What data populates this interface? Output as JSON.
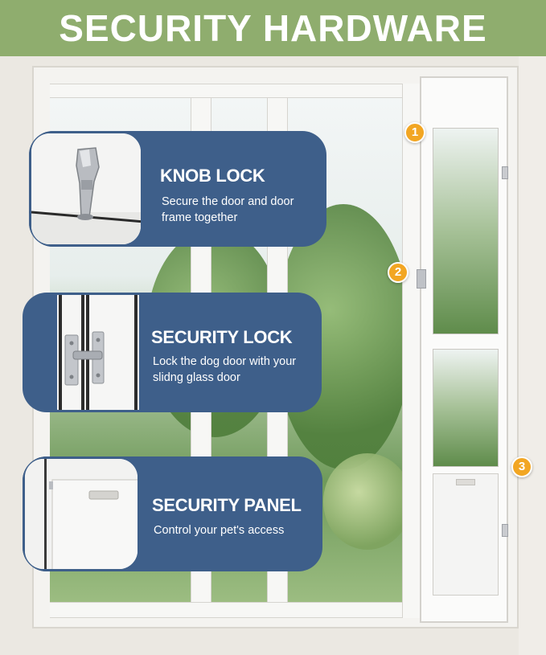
{
  "header": {
    "title": "SECURITY HARDWARE",
    "color": "#8fad6e"
  },
  "features": [
    {
      "number": "1",
      "title": "KNOB LOCK",
      "description_line1": "Secure the door and door",
      "description_line2": "frame together",
      "icon": "knob-lock-icon"
    },
    {
      "number": "2",
      "title": "SECURITY LOCK",
      "description_line1": "Lock the dog door with your",
      "description_line2": "slidng glass door",
      "icon": "security-lock-icon"
    },
    {
      "number": "3",
      "title": "SECURITY PANEL",
      "description_line1": "Control your pet's access",
      "description_line2": "",
      "icon": "security-panel-icon"
    }
  ],
  "colors": {
    "card": "#3e5f8a",
    "badge": "#f2a623",
    "text": "#ffffff"
  }
}
